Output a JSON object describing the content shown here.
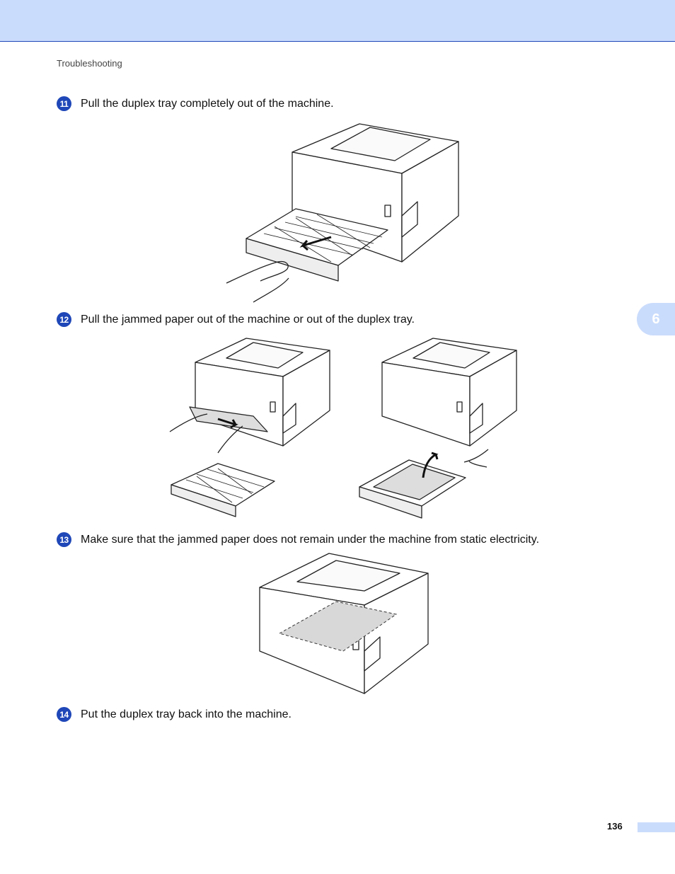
{
  "header": {
    "section": "Troubleshooting",
    "chapter": "6"
  },
  "steps": [
    {
      "number": "11",
      "text": "Pull the duplex tray completely out of the machine."
    },
    {
      "number": "12",
      "text": "Pull the jammed paper out of the machine or out of the duplex tray."
    },
    {
      "number": "13",
      "text": "Make sure that the jammed paper does not remain under the machine from static electricity."
    },
    {
      "number": "14",
      "text": "Put the duplex tray back into the machine."
    }
  ],
  "footer": {
    "page_number": "136"
  },
  "colors": {
    "accent": "#1f47b8",
    "band": "#cadcfc"
  }
}
